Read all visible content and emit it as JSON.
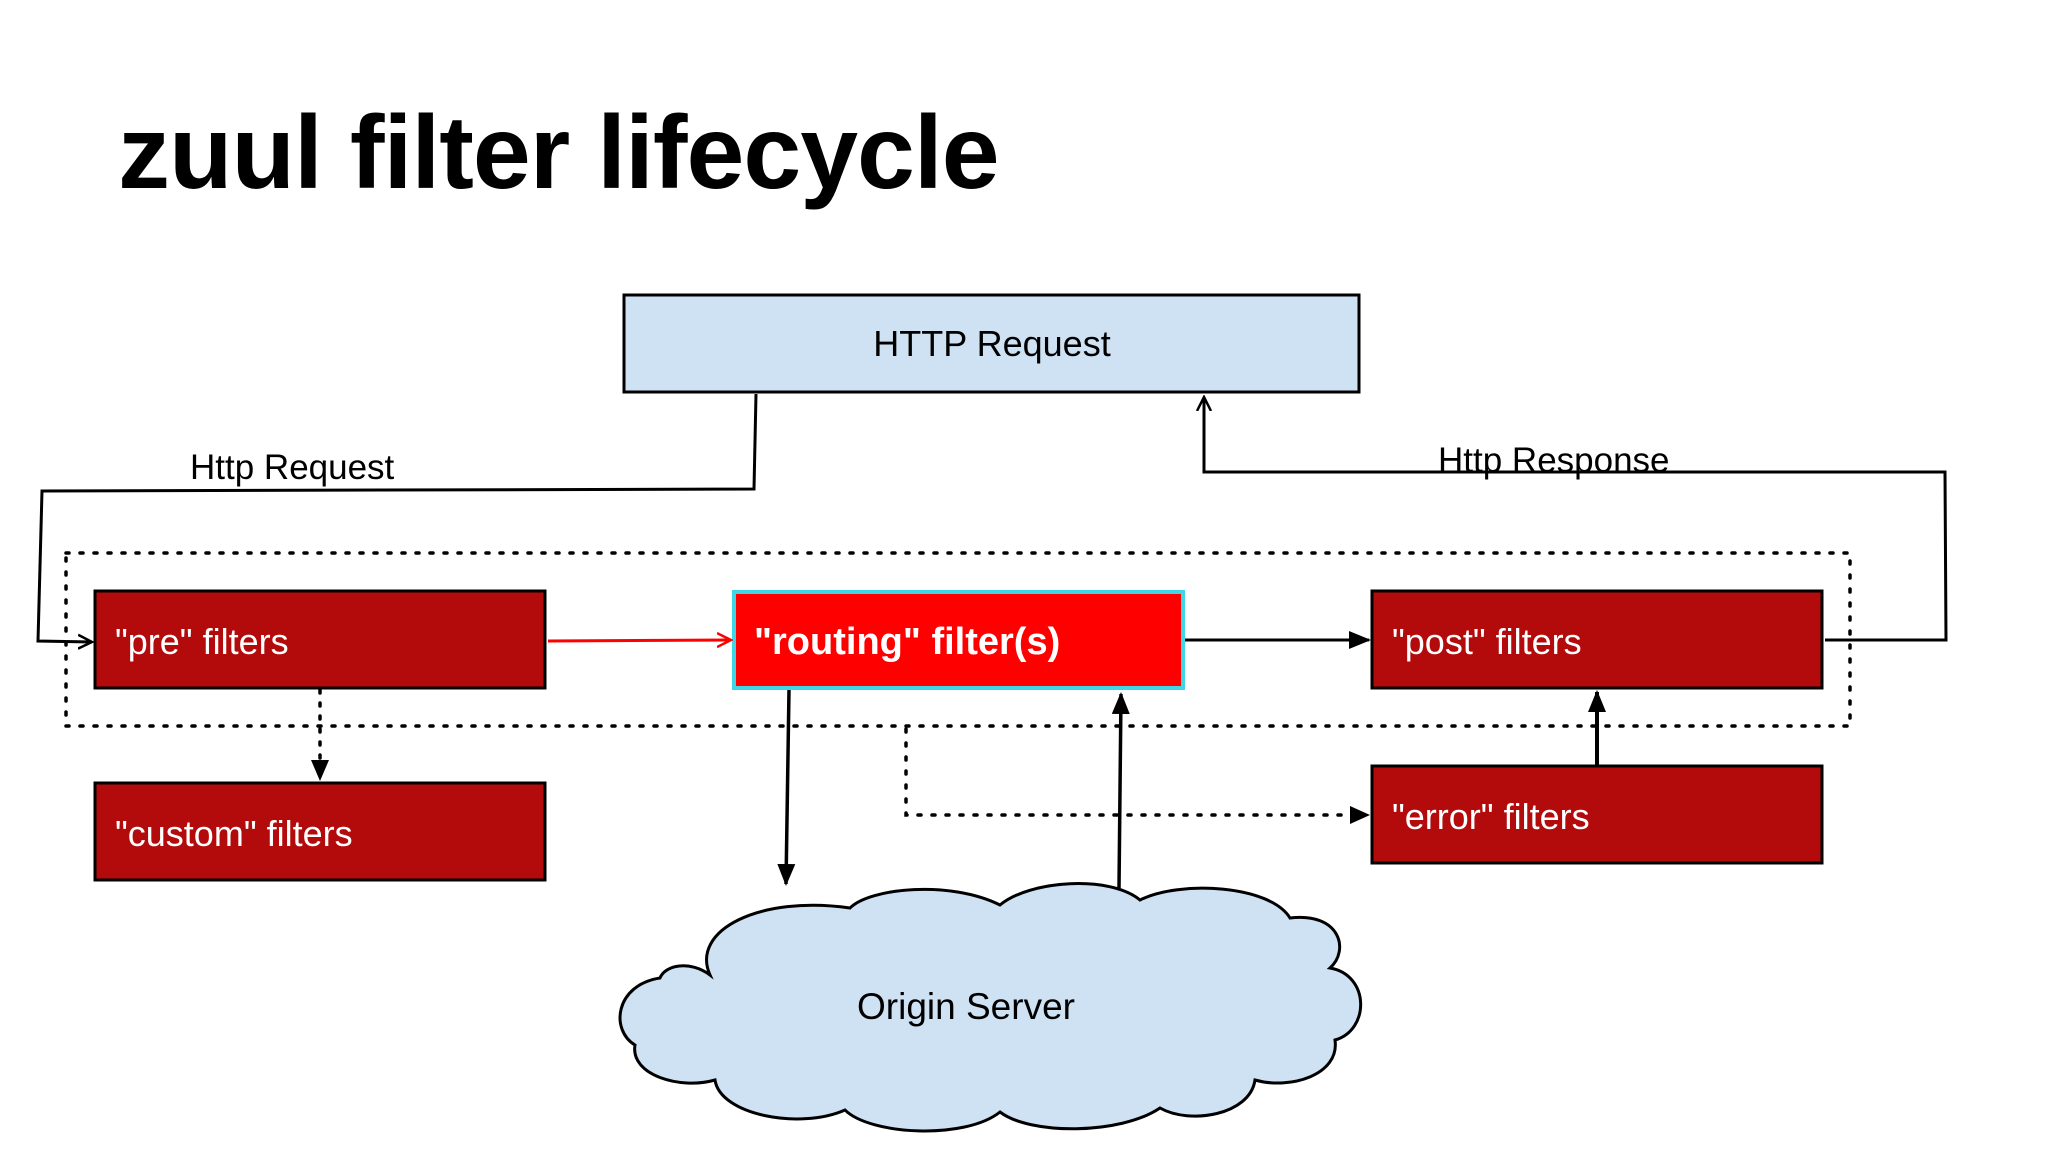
{
  "title": "zuul filter lifecycle",
  "nodes": {
    "http_request_box": "HTTP Request",
    "pre_filters": "\"pre\" filters",
    "routing_filters": "\"routing\" filter(s)",
    "post_filters": "\"post\" filters",
    "custom_filters": "\"custom\" filters",
    "error_filters": "\"error\" filters",
    "origin_server": "Origin Server"
  },
  "edges": {
    "request_label": "Http Request",
    "response_label": "Http Response"
  },
  "colors": {
    "request_box_fill": "#cfe2f3",
    "filter_fill": "#b30b0b",
    "routing_fill": "#ff0000",
    "routing_border": "#3fd6e6",
    "cloud_fill": "#cfe2f3",
    "pre_to_routing_arrow": "#ff0000"
  }
}
